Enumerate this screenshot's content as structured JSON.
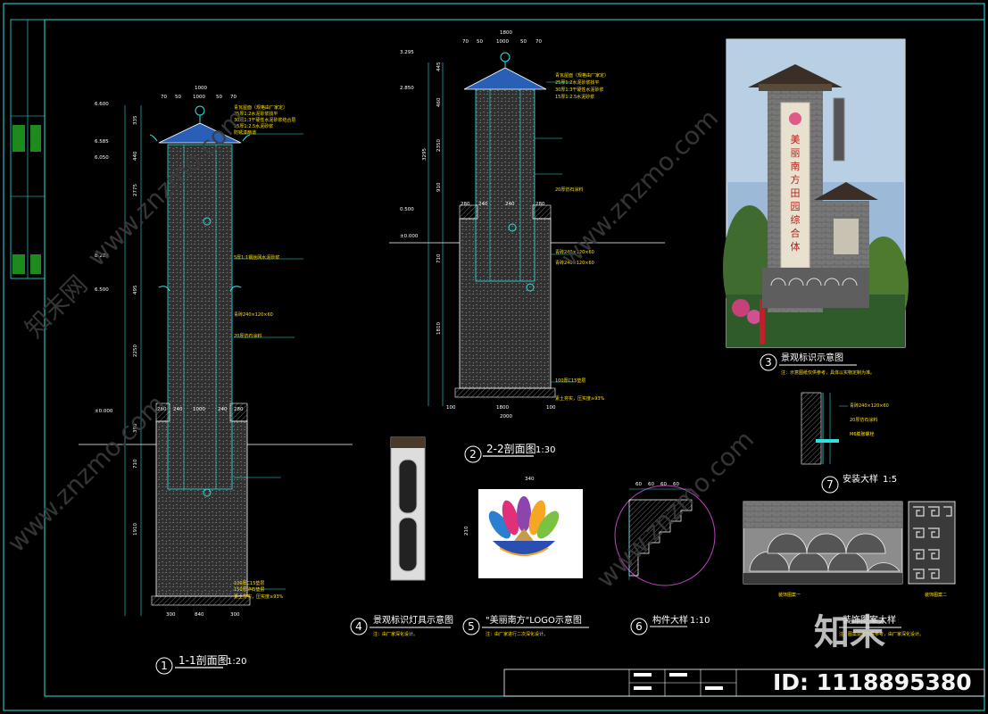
{
  "colors": {
    "background": "#000000",
    "frame": "#2fe0e0",
    "caption": "#ffffff",
    "notes": "#ffe000",
    "masonry": "#6b6b6b"
  },
  "views": {
    "v1": {
      "number": "1",
      "title": "1-1剖面图",
      "scale": "1:20"
    },
    "v2": {
      "number": "2",
      "title": "2-2剖面图",
      "scale": "1:30"
    },
    "v3": {
      "number": "3",
      "title": "景观标识示意图",
      "note": "注：示意图纸仅供参考，具体以实物定制为准。"
    },
    "v4": {
      "number": "4",
      "title": "景观标识灯具示意图",
      "note": "注：由厂家深化设计。"
    },
    "v5": {
      "number": "5",
      "title": "\"美丽南方\"LOGO示意图",
      "note": "注：由厂家进行二次深化设计。"
    },
    "v6": {
      "number": "6",
      "title": "构件大样",
      "scale": "1:10"
    },
    "v7": {
      "number": "7",
      "title": "安装大样",
      "scale": "1:5"
    },
    "v8": {
      "title": "装饰图案大样",
      "note": "注：图案造型仅供参考，由厂家深化设计。"
    }
  },
  "elevations_v1": [
    "6.600",
    "6.585",
    "6.050",
    "8.200",
    "6.500",
    "±0.000"
  ],
  "elevations_v2": [
    "3.295",
    "2.850",
    "0.500",
    "±0.000"
  ],
  "dims_v1": {
    "top": "1000",
    "top_split": [
      "70",
      "50",
      "1000",
      "50",
      "70"
    ],
    "base_top": [
      "280",
      "240",
      "1000",
      "240",
      "280"
    ],
    "base_bottom": [
      "300",
      "840",
      "300"
    ],
    "vert": [
      "335",
      "440",
      "2775",
      "495",
      "2250",
      "390",
      "710",
      "1910"
    ]
  },
  "dims_v2": {
    "top": "1800",
    "top_split": [
      "70",
      "50",
      "1000",
      "50",
      "70"
    ],
    "base_mid": [
      "280",
      "240",
      "240",
      "280"
    ],
    "base_bottom": [
      "100",
      "1800",
      "100"
    ],
    "total": "2000",
    "vert": [
      "445",
      "460",
      "3295",
      "2350",
      "910",
      "710",
      "1810"
    ]
  },
  "logo": {
    "width": "340",
    "height": "210"
  },
  "v6_dims": [
    "60",
    "60",
    "60",
    "60"
  ],
  "sign_text": "美丽南方田园综合体",
  "materials_v1": [
    "青瓦屋面（规格由厂家定）",
    "25厚1:2水泥砂浆找平",
    "30厚1:3干硬性水泥砂浆结合层",
    "15厚1:2.5水泥砂浆",
    "防锈漆两道",
    "5厚1:1钢丝网水泥砂浆",
    "青砖240×120×60",
    "20厚仿石涂料",
    "100厚C15垫层",
    "150厚碎石垫层",
    "素土夯实，压实度≥93%"
  ],
  "materials_v2": [
    "青瓦屋面（规格由厂家定）",
    "25厚1:2水泥砂浆找平",
    "30厚1:3干硬性水泥砂浆",
    "15厚1:2.5水泥砂浆",
    "20厚仿石涂料",
    "青砖240×120×60",
    "青砖240×120×60",
    "100厚C15垫层",
    "素土夯实，压实度≥93%"
  ],
  "v7_labels": [
    "青砖240×120×60",
    "20厚仿石涂料",
    "M6膨胀螺栓"
  ],
  "v8_labels": [
    "装饰图案一",
    "装饰图案二"
  ],
  "watermarks": {
    "main": "www.znzmo.com",
    "logo_text": "知末",
    "site_cn": "知末网",
    "id_label": "ID: 1118895380"
  }
}
